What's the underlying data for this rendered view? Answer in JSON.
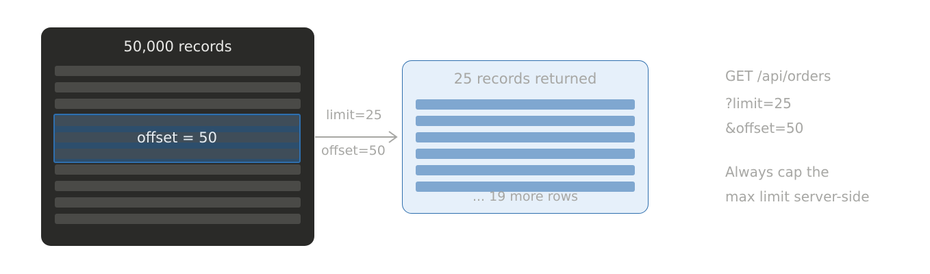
{
  "source_panel": {
    "title": "50,000 records",
    "offset_label": "offset = 50"
  },
  "request": {
    "limit": "limit=25",
    "offset": "offset=50"
  },
  "result_panel": {
    "title": "25 records returned",
    "more": "... 19 more rows"
  },
  "notes": {
    "line1": "GET /api/orders",
    "line2": "?limit=25",
    "line3": "&offset=50",
    "tip1": "Always cap the",
    "tip2": "max limit server-side"
  },
  "colors": {
    "dark_panel": "#2a2a28",
    "highlight": "#2f6fae",
    "result_bg": "#e6f0fa",
    "result_row": "#7fa7d0",
    "muted_text": "#a7a7a4"
  }
}
